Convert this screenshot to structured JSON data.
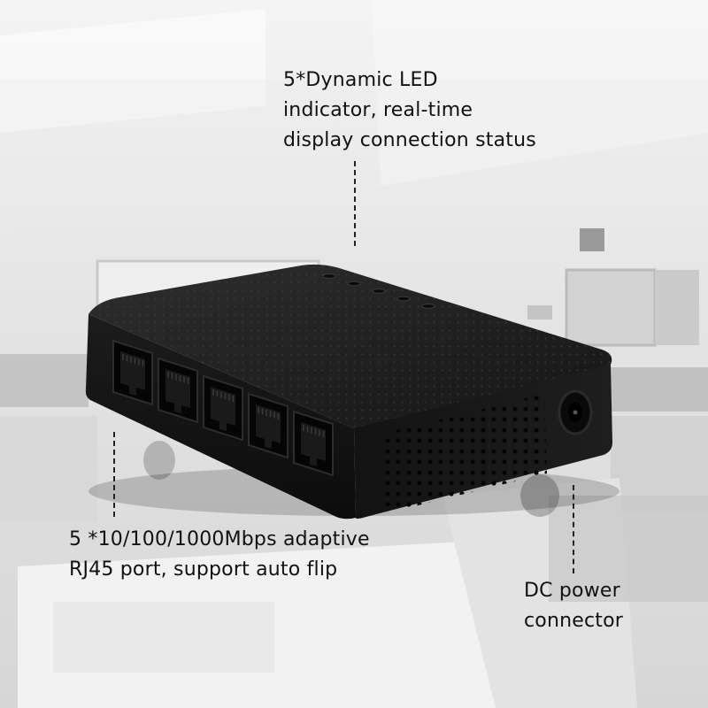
{
  "callouts": {
    "led": {
      "lines": [
        "5*Dynamic LED",
        "indicator, real-time",
        "display connection status"
      ]
    },
    "rj45": {
      "lines": [
        "5 *10/100/1000Mbps adaptive",
        "RJ45 port, support auto flip"
      ]
    },
    "dc": {
      "lines": [
        "DC power",
        "connector"
      ]
    }
  },
  "product": {
    "port_count": 5,
    "led_count": 5,
    "color": "#141414"
  },
  "background": {
    "tone": "#e6e6e6"
  }
}
